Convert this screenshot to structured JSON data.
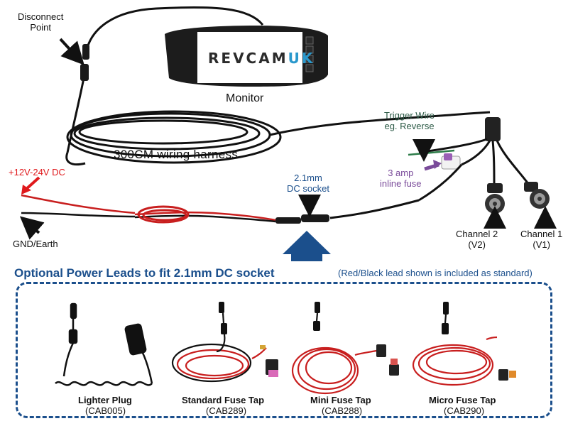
{
  "labels": {
    "disconnect_point": [
      "Disconnect",
      "Point"
    ],
    "monitor": "Monitor",
    "brand": [
      "REVCAM",
      "UK"
    ],
    "harness": "300CM wiring harness",
    "trigger_wire": [
      "Trigger Wire",
      "eg. Reverse"
    ],
    "fuse": [
      "3 amp",
      "inline fuse"
    ],
    "power_positive": "+12V-24V DC",
    "ground": "GND/Earth",
    "dc_socket": [
      "2.1mm",
      "DC socket"
    ],
    "channel_2": [
      "Channel 2",
      "(V2)"
    ],
    "channel_1": [
      "Channel 1",
      "(V1)"
    ]
  },
  "optional_section": {
    "title": "Optional Power Leads to fit 2.1mm DC socket",
    "note": "(Red/Black lead shown is included as standard)",
    "products": [
      {
        "name": "Lighter Plug",
        "code": "(CAB005)"
      },
      {
        "name": "Standard Fuse Tap",
        "code": "(CAB289)"
      },
      {
        "name": "Mini Fuse Tap",
        "code": "(CAB288)"
      },
      {
        "name": "Micro Fuse Tap",
        "code": "(CAB290)"
      }
    ]
  },
  "colors": {
    "accent_blue": "#1b4f8c",
    "red_label": "#e0191c",
    "trigger_green": "#2c5a46",
    "fuse_purple": "#7a4b9a",
    "wire_red": "#c81e1e",
    "cable_black": "#111111"
  }
}
